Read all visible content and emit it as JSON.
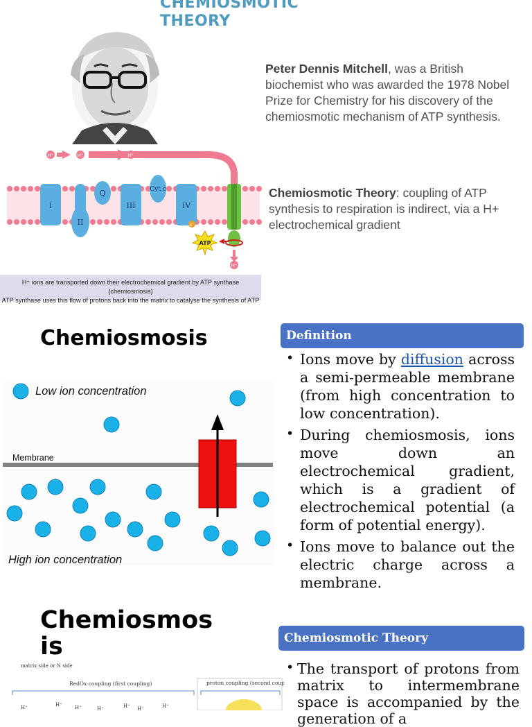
{
  "section1": {
    "title_line1": "CHEMIOSMOTIC",
    "title_line2": "THEORY",
    "bio_name": "Peter Dennis Mitchell",
    "bio_text": ", was a British biochemist who was awarded the 1978 Nobel Prize for Chemistry for his discovery of the chemiosmotic mechanism of ATP synthesis.",
    "definition_term": "Chemiosmotic Theory",
    "definition_text": ": coupling of ATP synthesis to respiration is indirect, via a H+ electrochemical gradient",
    "diagram": {
      "ion_labels": [
        "H⁺",
        "H⁺",
        "H⁺",
        "H⁺"
      ],
      "complexes": [
        "I",
        "II",
        "Q",
        "III",
        "Cyt c",
        "IV"
      ],
      "atp_label": "ATP",
      "small_label": "e⁻",
      "caption_line1": "H⁺ ions are transported down their electrochemical gradient by ATP synthase (chemiosmosis)",
      "caption_line2": "ATP synthase uses this flow of protons back into the matrix to catalyse the synthesis of ATP"
    }
  },
  "section2": {
    "title": "Chemiosmosis",
    "diagram": {
      "low_label": "Low ion concentration",
      "membrane_label": "Membrane",
      "high_label": "High ion concentration"
    },
    "definition_header": "Definition",
    "bullets": [
      {
        "pre": "Ions move by ",
        "link": "diffusion",
        "post": " across a semi-permeable membrane (from high concentration to low concentration)."
      },
      {
        "text": "During chemiosmosis, ions move down an electrochemical gradient, which is a gradient of electrochemical potential (a form of potential energy)."
      },
      {
        "text": "Ions move to balance out the electric charge across a membrane."
      }
    ]
  },
  "section3": {
    "title": "Chemiosmos is",
    "theory_header": "Chemiosmotic Theory",
    "bullet": "The transport of protons from matrix to intermembrane space is accompanied by the generation of a",
    "diagram": {
      "side_label": "matrix side or N side",
      "redox_label": "RedOx coupling (first coupling)",
      "proton_label": "proton coupling (second coupling)",
      "ion_labels": [
        "H⁺",
        "H⁺",
        "H⁺",
        "H⁺",
        "H⁺",
        "H⁺",
        "H⁺"
      ]
    }
  },
  "colors": {
    "title_blue": "#4f9ac0",
    "panel_blue": "#4a72c4",
    "complex_blue": "#5aaee0",
    "membrane_pink": "#f07a90",
    "ion_cyan": "#1ab0e8",
    "channel_red": "#ee1111",
    "atp_yellow": "#f4e01a",
    "caption_bg": "#dcdcec"
  },
  "icons": [
    "portrait-photo",
    "atp-synthase-icon",
    "atp-starburst-icon",
    "ion-circle-icon",
    "up-arrow-icon"
  ]
}
